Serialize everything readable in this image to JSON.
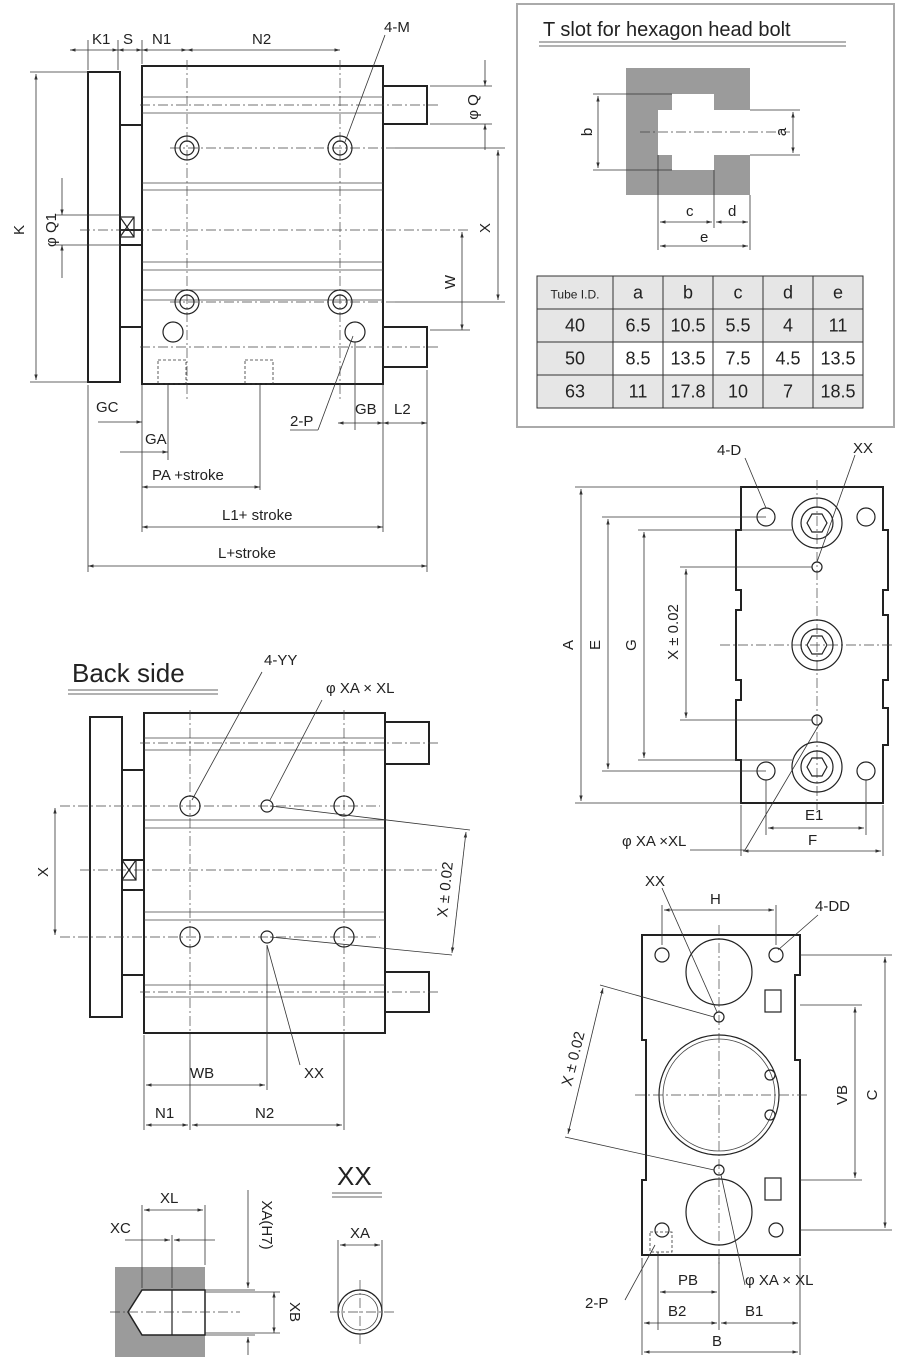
{
  "front_view": {
    "labels": {
      "k1": "K1",
      "s": "S",
      "n1": "N1",
      "n2": "N2",
      "m": "4-M",
      "q": "φ Q",
      "q1": "φ Q1",
      "k": "K",
      "x": "X",
      "w": "W",
      "gc": "GC",
      "ga": "GA",
      "p": "2-P",
      "gb": "GB",
      "l2": "L2",
      "pa": "PA +stroke",
      "l1": "L1+ stroke",
      "l": "L+stroke"
    }
  },
  "tslot": {
    "title": "T  slot for hexagon head bolt",
    "dims": {
      "a": "a",
      "b": "b",
      "c": "c",
      "d": "d",
      "e": "e"
    },
    "table": {
      "headers": [
        "Tube I.D.",
        "a",
        "b",
        "c",
        "d",
        "e"
      ],
      "rows": [
        [
          "40",
          "6.5",
          "10.5",
          "5.5",
          "4",
          "11"
        ],
        [
          "50",
          "8.5",
          "13.5",
          "7.5",
          "4.5",
          "13.5"
        ],
        [
          "63",
          "11",
          "17.8",
          "10",
          "7",
          "18.5"
        ]
      ]
    }
  },
  "right_view": {
    "labels": {
      "d": "4-D",
      "xx": "XX",
      "a": "A",
      "e": "E",
      "g": "G",
      "xtol": "X ± 0.02",
      "e1": "E1",
      "f": "F",
      "xaxl": "φ XA ×XL"
    }
  },
  "back_view": {
    "title": "Back side",
    "labels": {
      "yy": "4-YY",
      "xaxl": "φ XA × XL",
      "x": "X",
      "xtol": "X ± 0.02",
      "wb": "WB",
      "xx": "XX",
      "n1": "N1",
      "n2": "N2"
    }
  },
  "end_view": {
    "labels": {
      "xx": "XX",
      "h": "H",
      "dd": "4-DD",
      "xtol": "X ± 0.02",
      "vb": "VB",
      "c": "C",
      "pb": "PB",
      "xaxl": "φ XA × XL",
      "p": "2-P",
      "b2": "B2",
      "b1": "B1",
      "b": "B"
    }
  },
  "pin_detail": {
    "labels": {
      "xl": "XL",
      "xc": "XC",
      "xa_h7": "XA(H7)",
      "xb": "XB"
    }
  },
  "xx_detail": {
    "title": "XX",
    "labels": {
      "xa": "XA"
    }
  }
}
